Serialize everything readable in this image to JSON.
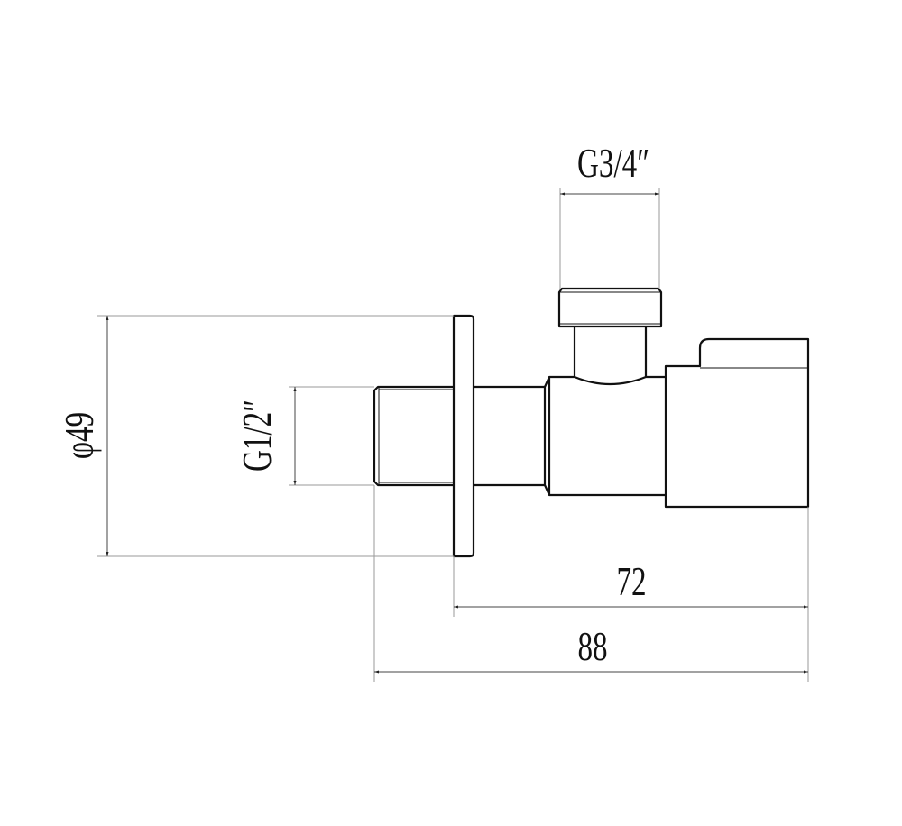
{
  "drawing": {
    "title": "Angle valve dimension drawing",
    "colors": {
      "line": "#111111",
      "extension": "#9a9a9a"
    },
    "dimensions": [
      {
        "id": "outlet-thread",
        "label": "G3/4″",
        "orientation": "horizontal"
      },
      {
        "id": "flange-diameter",
        "label": "φ49",
        "orientation": "vertical"
      },
      {
        "id": "inlet-thread",
        "label": "G1/2″",
        "orientation": "vertical"
      },
      {
        "id": "length-flange-to-end",
        "label": "72",
        "orientation": "horizontal"
      },
      {
        "id": "overall-length",
        "label": "88",
        "orientation": "horizontal"
      }
    ]
  }
}
